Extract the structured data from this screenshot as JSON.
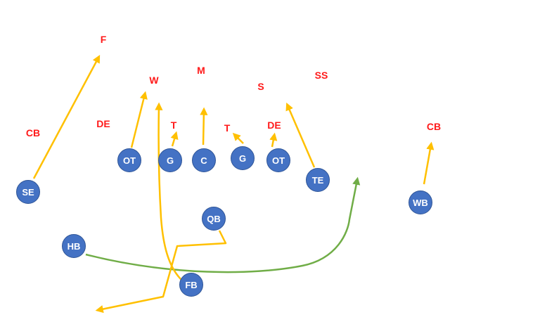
{
  "play": {
    "colors": {
      "defense_label": "#ff1a1a",
      "offense_fill": "#4472c4",
      "offense_text": "#ffffff",
      "route_primary": "#ffc000",
      "route_motion": "#70ad47"
    },
    "defense": {
      "f": "F",
      "w": "W",
      "m": "M",
      "s": "S",
      "ss": "SS",
      "cb_left": "CB",
      "de_left": "DE",
      "t_left": "T",
      "t_right": "T",
      "de_right": "DE",
      "cb_right": "CB"
    },
    "offense": {
      "se": "SE",
      "ot_left": "OT",
      "g_left": "G",
      "c": "C",
      "g_right": "G",
      "ot_right": "OT",
      "te": "TE",
      "wb": "WB",
      "qb": "QB",
      "hb": "HB",
      "fb": "FB"
    }
  }
}
